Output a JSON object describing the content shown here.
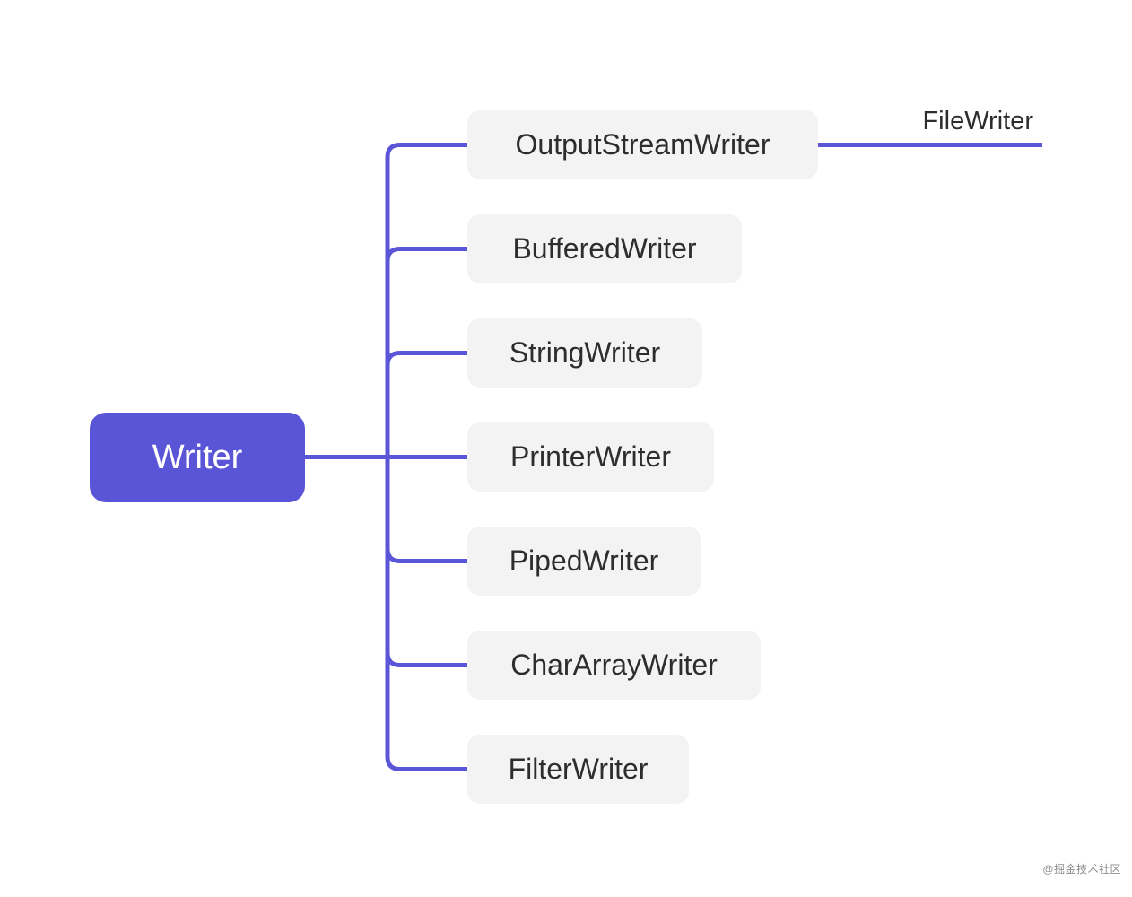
{
  "diagram": {
    "type": "mindmap",
    "root": {
      "label": "Writer"
    },
    "children": [
      {
        "label": "OutputStreamWriter",
        "children": [
          {
            "label": "FileWriter"
          }
        ]
      },
      {
        "label": "BufferedWriter"
      },
      {
        "label": "StringWriter"
      },
      {
        "label": "PrinterWriter"
      },
      {
        "label": "PipedWriter"
      },
      {
        "label": "CharArrayWriter"
      },
      {
        "label": "FilterWriter"
      }
    ]
  },
  "colors": {
    "accent": "#5A55D6",
    "connector": "#5B55D8",
    "child_node_bg": "#F3F3F3",
    "child_node_text": "#2D2D2D",
    "root_text": "#FFFFFF",
    "background": "#FFFFFF",
    "watermark": "#8C8C8C"
  },
  "watermark": {
    "label": "@掘金技术社区"
  }
}
